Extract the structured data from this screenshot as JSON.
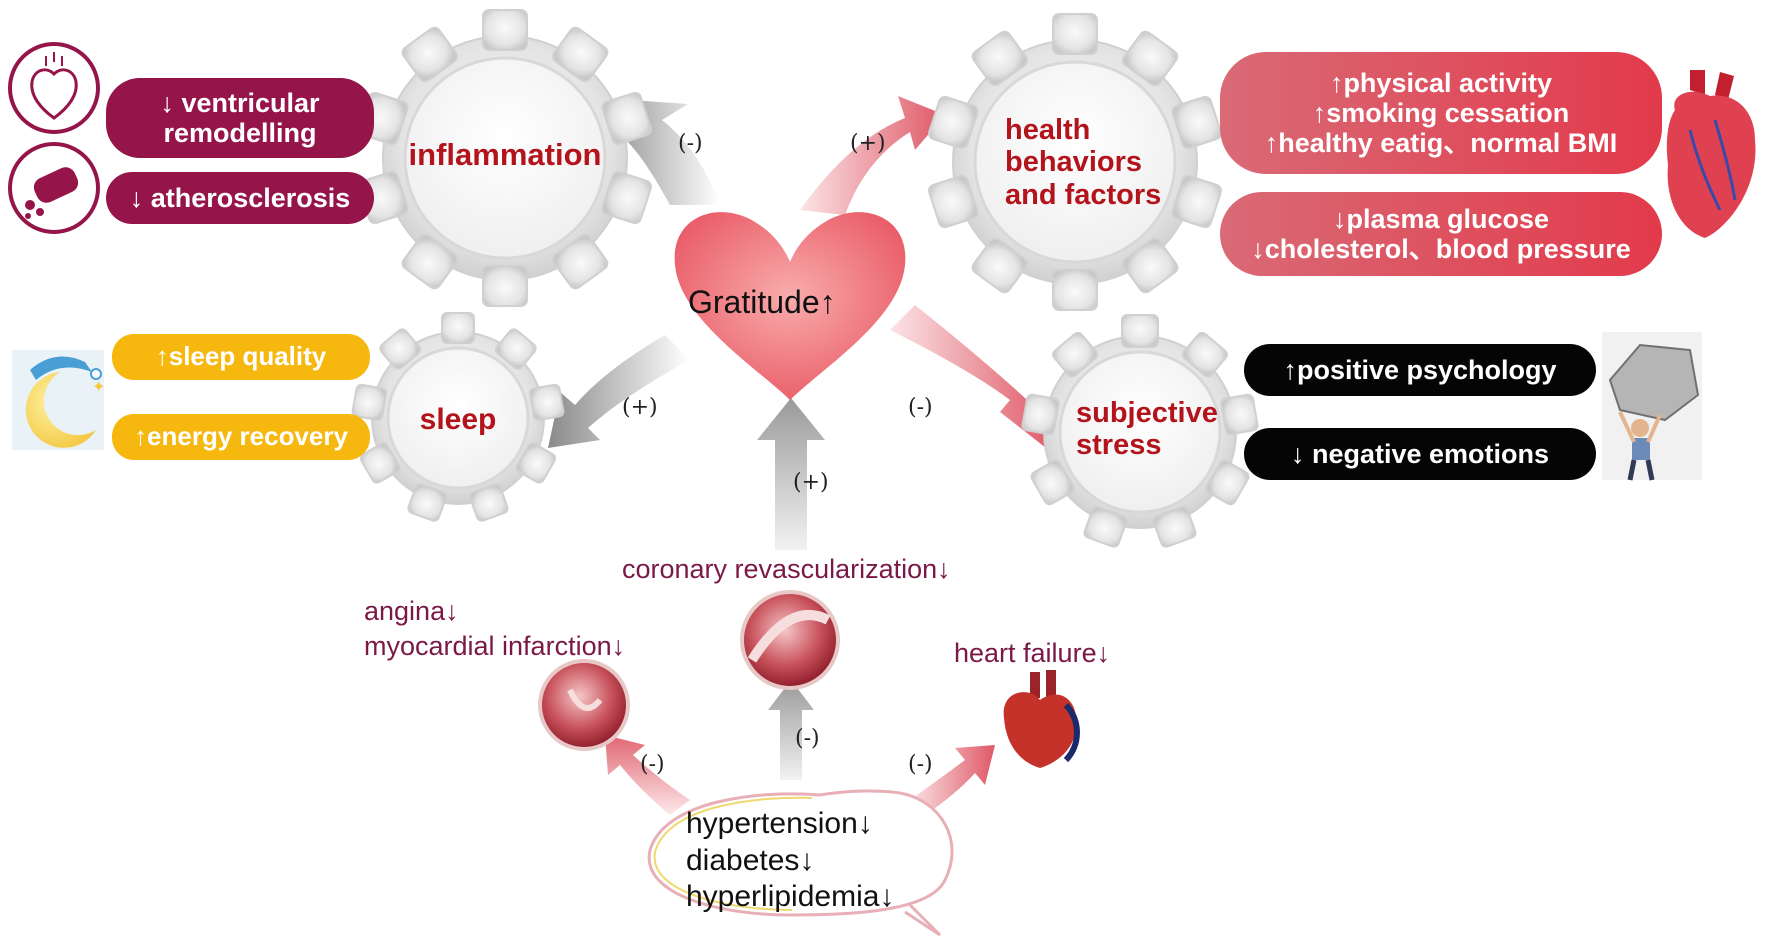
{
  "center": {
    "label": "Gratitude↑"
  },
  "gears": {
    "inflammation": "inflammation",
    "health_l1": "health",
    "health_l2": "behaviors",
    "health_l3": "and factors",
    "sleep": "sleep",
    "stress_l1": "subjective",
    "stress_l2": "stress"
  },
  "signs": {
    "inflammation": "(-)",
    "health": "(+)",
    "sleep": "(+)",
    "stress": "(-)",
    "bottom_up": "(+)",
    "outcome_left": "(-)",
    "outcome_mid": "(-)",
    "outcome_right": "(-)"
  },
  "inflammation_effects": {
    "ventricular_l1": "↓ ventricular",
    "ventricular_l2": "remodelling",
    "atherosclerosis": "↓ atherosclerosis"
  },
  "health_effects": {
    "box1_l1": "↑physical activity",
    "box1_l2": "↑smoking cessation",
    "box1_l3": "↑healthy eatig、normal BMI",
    "box2_l1": "↓plasma glucose",
    "box2_l2": "↓cholesterol、blood pressure"
  },
  "sleep_effects": {
    "quality": "↑sleep quality",
    "energy": "↑energy recovery"
  },
  "stress_effects": {
    "positive": "↑positive psychology",
    "negative": "↓ negative emotions"
  },
  "outcomes": {
    "coronary": "coronary revascularization↓",
    "angina": "angina↓",
    "mi": "myocardial infarction↓",
    "heart_failure": "heart failure↓"
  },
  "risk_factors": {
    "hypertension": "hypertension↓",
    "diabetes": "diabetes↓",
    "hyperlipidemia": "hyperlipidemia↓"
  },
  "colors": {
    "maroon": "#95154a",
    "red_text": "#b3141c",
    "pink": "#e05a68",
    "yellow": "#f6b80f",
    "black": "#050505",
    "outcome_text": "#7a1846"
  }
}
